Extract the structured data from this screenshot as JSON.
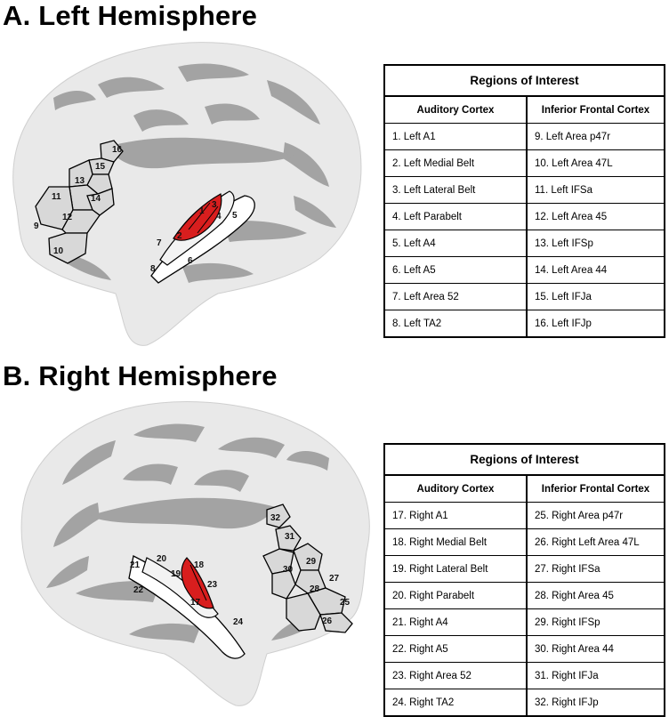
{
  "panels": [
    {
      "title": "A. Left Hemisphere",
      "table": {
        "title": "Regions of Interest",
        "headers": [
          "Auditory Cortex",
          "Inferior Frontal Cortex"
        ],
        "rows": [
          [
            "1. Left A1",
            "9. Left Area p47r"
          ],
          [
            "2. Left Medial Belt",
            "10. Left Area 47L"
          ],
          [
            "3. Left Lateral Belt",
            "11. Left IFSa"
          ],
          [
            "4. Left Parabelt",
            "12. Left Area 45"
          ],
          [
            "5. Left A4",
            "13. Left IFSp"
          ],
          [
            "6. Left A5",
            "14. Left Area 44"
          ],
          [
            "7. Left Area 52",
            "15. Left IFJa"
          ],
          [
            "8. Left TA2",
            "16. Left IFJp"
          ]
        ]
      },
      "region_labels": [
        "1",
        "2",
        "3",
        "4",
        "5",
        "6",
        "7",
        "8",
        "9",
        "10",
        "11",
        "12",
        "13",
        "14",
        "15",
        "16"
      ]
    },
    {
      "title": "B. Right Hemisphere",
      "table": {
        "title": "Regions of Interest",
        "headers": [
          "Auditory Cortex",
          "Inferior Frontal Cortex"
        ],
        "rows": [
          [
            "17. Right A1",
            "25. Right Area p47r"
          ],
          [
            "18. Right Medial Belt",
            "26. Right Left Area 47L"
          ],
          [
            "19. Right Lateral Belt",
            "27. Right IFSa"
          ],
          [
            "20. Right Parabelt",
            "28. Right Area 45"
          ],
          [
            "21. Right A4",
            "29. Right IFSp"
          ],
          [
            "22. Right A5",
            "30. Right Area 44"
          ],
          [
            "23. Right Area 52",
            "31. Right IFJa"
          ],
          [
            "24. Right TA2",
            "32. Right IFJp"
          ]
        ]
      },
      "region_labels": [
        "17",
        "18",
        "19",
        "20",
        "21",
        "22",
        "23",
        "24",
        "25",
        "26",
        "27",
        "28",
        "29",
        "30",
        "31",
        "32"
      ]
    }
  ],
  "colors": {
    "cortex_light": "#e9e9e9",
    "cortex_dark": "#9c9c9c",
    "roi_fill": "#d8d8d8",
    "auditory_core": "#d81e1e",
    "border": "#000000"
  }
}
